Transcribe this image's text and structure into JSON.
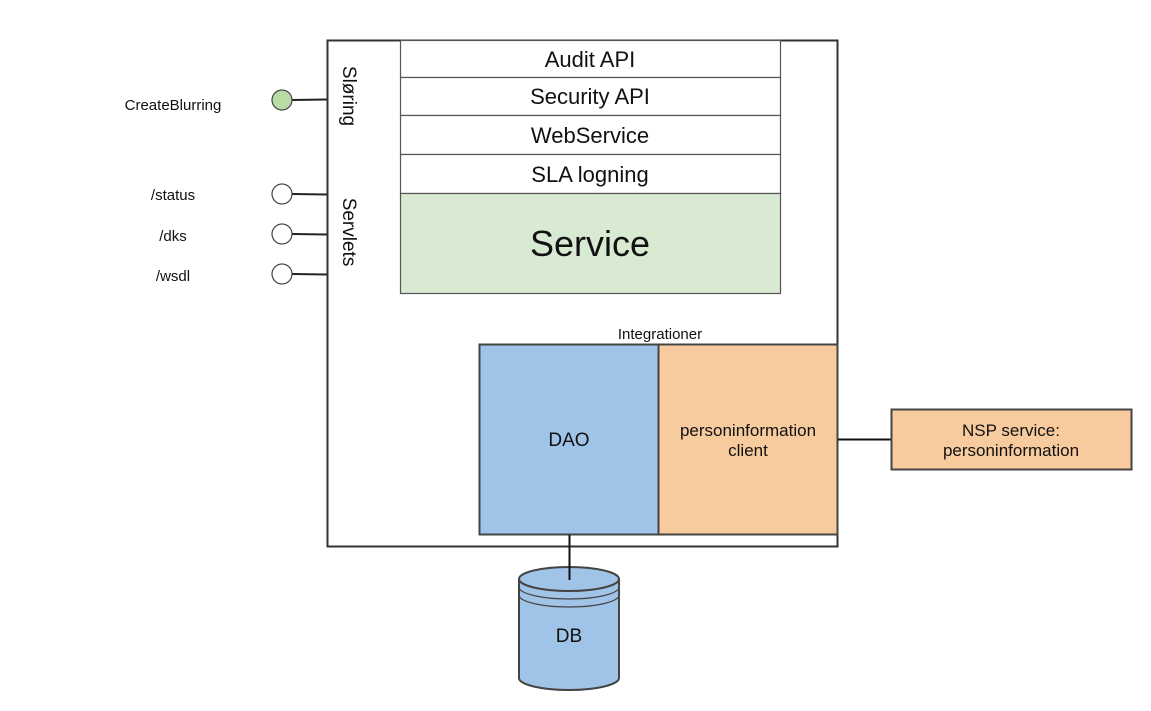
{
  "diagram": {
    "interfaces": {
      "blurring_group_label": "Sløring",
      "servlets_group_label": "Servlets",
      "items": [
        {
          "label": "CreateBlurring",
          "group": "Sløring",
          "fill": "#b9dba4"
        },
        {
          "label": "/status",
          "group": "Servlets",
          "fill": "#ffffff"
        },
        {
          "label": "/dks",
          "group": "Servlets",
          "fill": "#ffffff"
        },
        {
          "label": "/wsdl",
          "group": "Servlets",
          "fill": "#ffffff"
        }
      ]
    },
    "stack": {
      "layers": [
        {
          "label": "Audit API"
        },
        {
          "label": "Security API"
        },
        {
          "label": "WebService"
        },
        {
          "label": "SLA logning"
        }
      ],
      "service": {
        "label": "Service",
        "fill": "#d9ead3"
      }
    },
    "integrations": {
      "label": "Integrationer",
      "dao": {
        "label": "DAO",
        "fill": "#a0c4e8"
      },
      "client": {
        "label_line1": "personinformation",
        "label_line2": "client",
        "fill": "#f8cb9e"
      }
    },
    "external": {
      "nsp": {
        "label_line1": "NSP service:",
        "label_line2": "personinformation",
        "fill": "#f8cb9e"
      }
    },
    "database": {
      "label": "DB",
      "fill": "#a0c4e8"
    },
    "colors": {
      "stroke": "#333333",
      "line": "#111111"
    }
  }
}
